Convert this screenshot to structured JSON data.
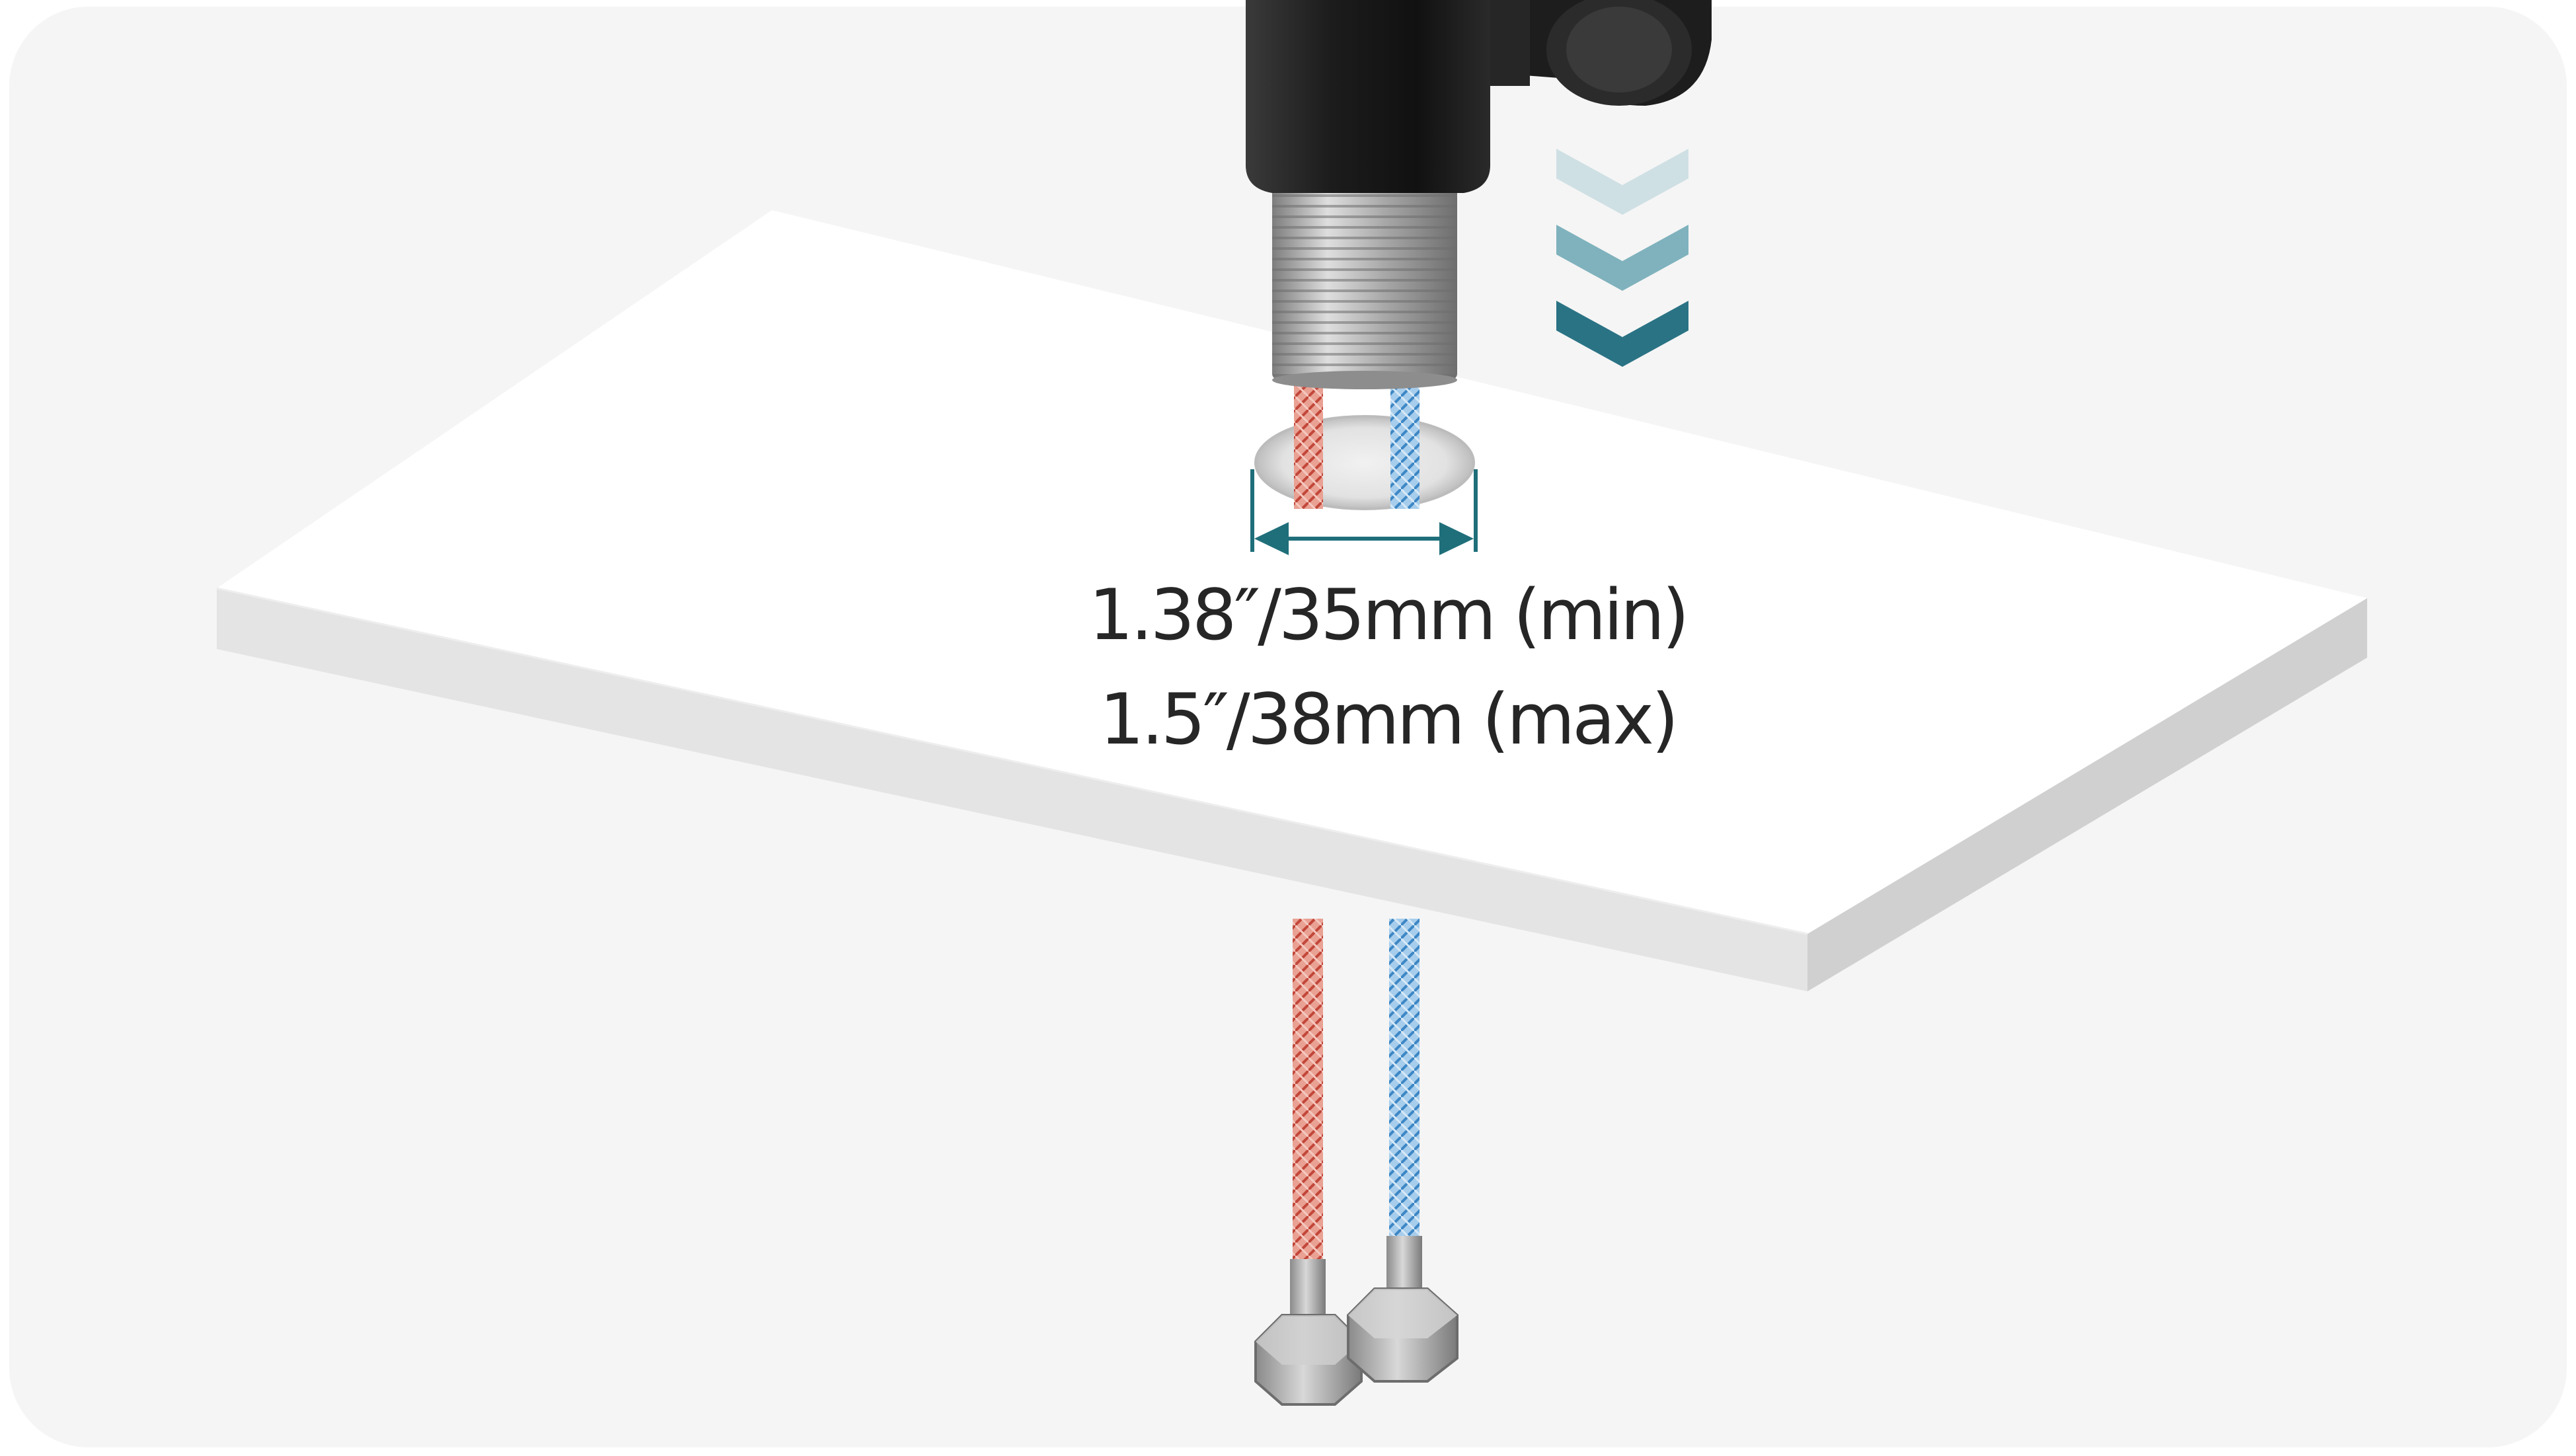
{
  "diagram": {
    "dimension_label_min": "1.38″/35mm (min)",
    "dimension_label_max": "1.5″/38mm (max)",
    "colors": {
      "background": "#f5f5f5",
      "countertop_top": "#ffffff",
      "countertop_edge": "#d2d2d2",
      "faucet_body": "#1e1e1e",
      "shank_thread": "#b8b8b8",
      "hot_hose": "#d86a5c",
      "cold_hose": "#6aaad8",
      "dimension_line": "#1f6f7a",
      "arrow_light": "#cfe0e4",
      "arrow_mid": "#7fb2bd",
      "arrow_dark": "#2a7384"
    },
    "icons": [
      "faucet-shank",
      "downward-chevron-arrows",
      "hot-water-hose",
      "cold-water-hose",
      "hex-nut"
    ]
  }
}
